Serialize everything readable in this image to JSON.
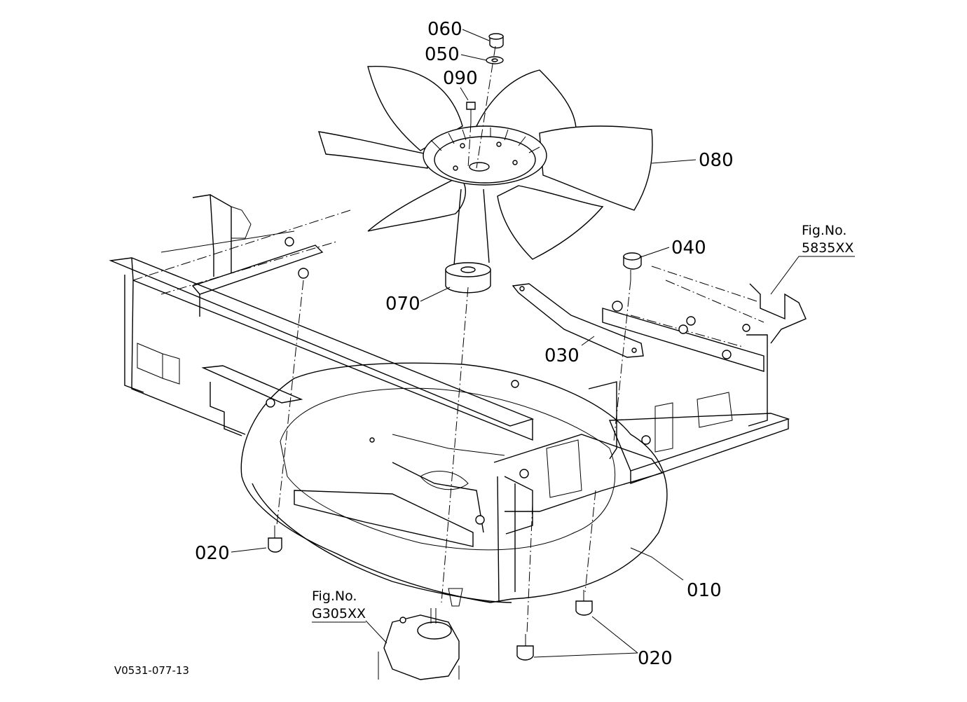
{
  "diagram": {
    "callouts": {
      "c060": "060",
      "c050": "050",
      "c090": "090",
      "c080": "080",
      "c040": "040",
      "c070": "070",
      "c030": "030",
      "c020_left": "020",
      "c010": "010",
      "c020_bottom": "020"
    },
    "references": {
      "right_fig_label": "Fig.No.",
      "right_fig_number": "5835XX",
      "bottom_fig_label": "Fig.No.",
      "bottom_fig_number": "G305XX"
    },
    "drawing_code": "V0531-077-13"
  }
}
